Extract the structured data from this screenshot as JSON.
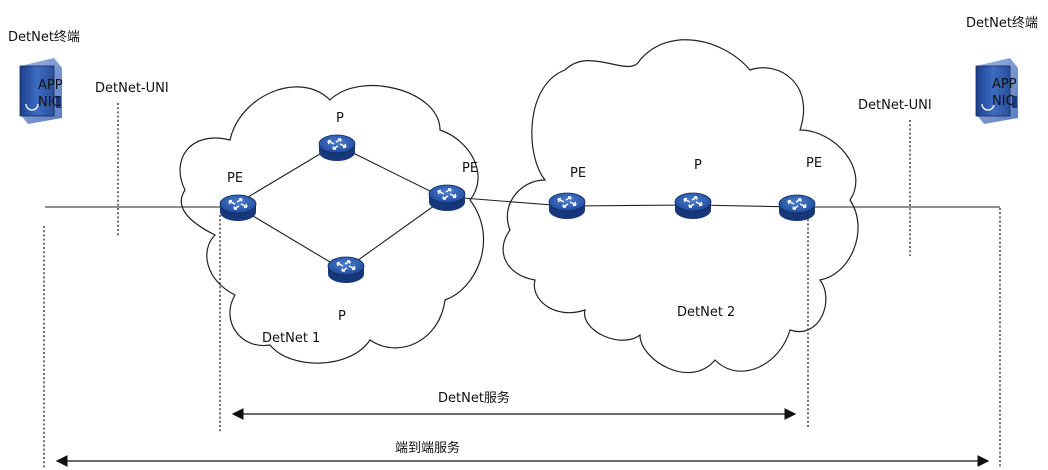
{
  "terminals": {
    "left": {
      "label": "DetNet终端",
      "app": "APP",
      "nic": "NIC"
    },
    "right": {
      "label": "DetNet终端",
      "app": "APP",
      "nic": "NIC"
    }
  },
  "uni": {
    "left": "DetNet-UNI",
    "right": "DetNet-UNI"
  },
  "net1": {
    "name": "DetNet 1",
    "routers": {
      "pe_left": "PE",
      "p_top": "P",
      "p_bottom": "P",
      "pe_right": "PE"
    }
  },
  "net2": {
    "name": "DetNet 2",
    "routers": {
      "pe_left": "PE",
      "p_mid": "P",
      "pe_right": "PE"
    }
  },
  "spans": {
    "detnet_service": "DetNet服务",
    "end_to_end": "端到端服务"
  }
}
